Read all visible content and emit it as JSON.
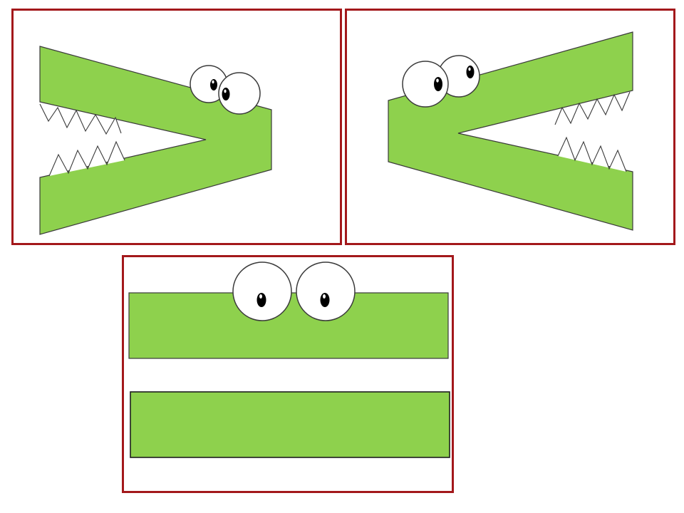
{
  "colors": {
    "frame": "#a3181b",
    "body_green": "#8ed14d",
    "outline": "#3a3a3a",
    "eye_white": "#ffffff",
    "pupil": "#000000",
    "tooth_fill": "#ffffff"
  },
  "panels": [
    {
      "id": "left",
      "icon": "crocodile-facing-right-icon",
      "mouth": "open"
    },
    {
      "id": "right",
      "icon": "crocodile-facing-left-icon",
      "mouth": "open"
    },
    {
      "id": "bottom",
      "icon": "crocodile-closed-mouth-icon",
      "mouth": "closed"
    }
  ]
}
